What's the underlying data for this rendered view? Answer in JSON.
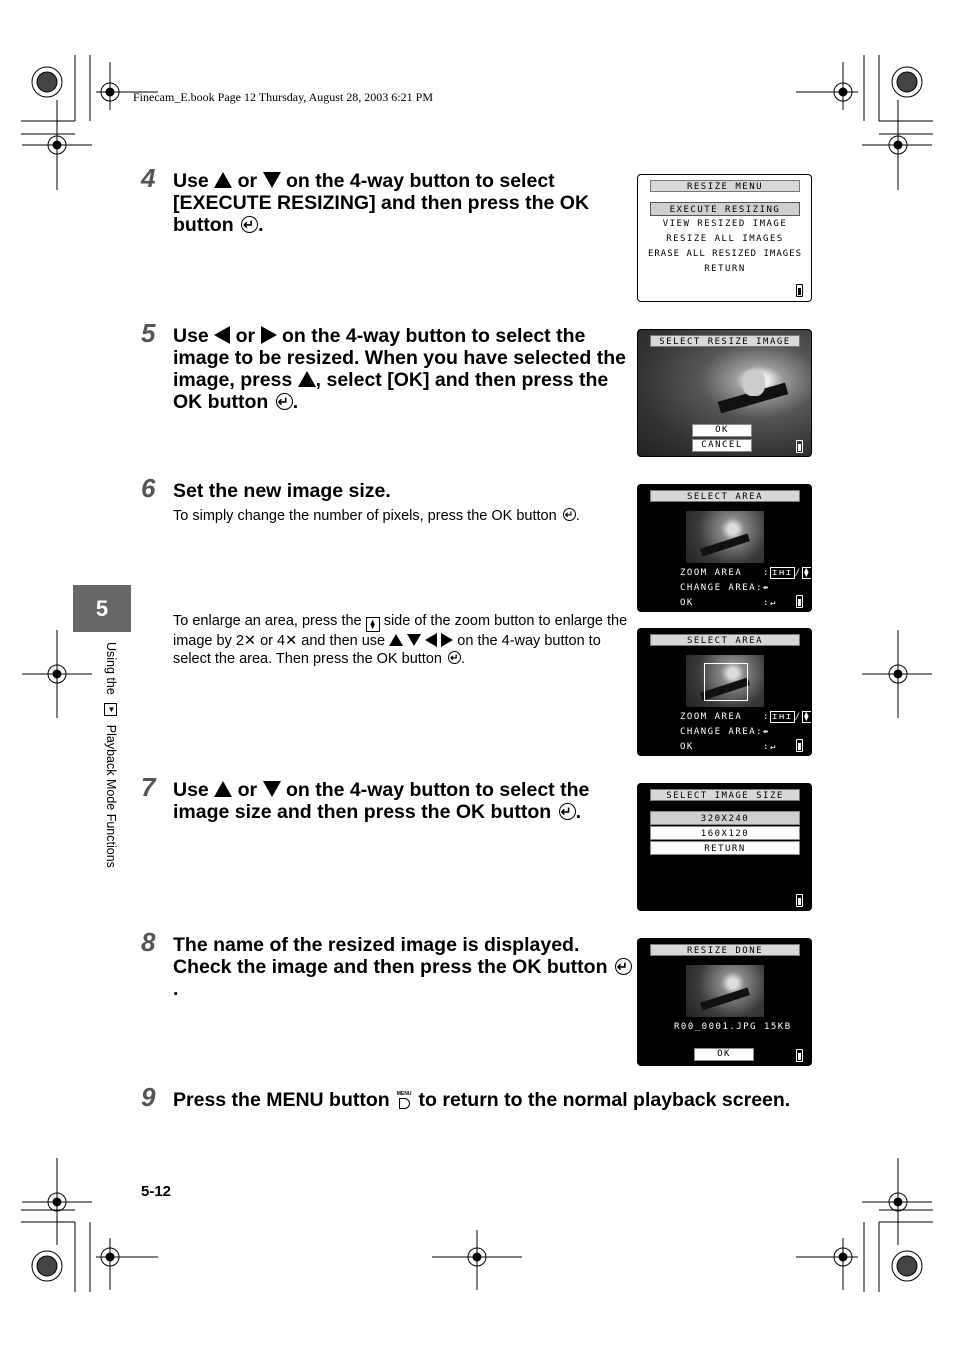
{
  "header": "Finecam_E.book  Page 12  Thursday, August 28, 2003  6:21 PM",
  "chapter_tab": "5",
  "side_text": {
    "before": "Using the",
    "after": "Playback Mode Functions"
  },
  "page_number": "5-12",
  "steps": [
    {
      "num": "4",
      "parts": [
        "Use",
        "or",
        "on the 4-way button to select [EXECUTE RESIZING] and then press the OK button",
        "."
      ]
    },
    {
      "num": "5",
      "parts": [
        "Use",
        "or",
        "on the 4-way button to select the image to be resized. When you have selected the image, press",
        ", select [OK] and then press the OK button",
        "."
      ]
    },
    {
      "num": "6",
      "parts": [
        "Set the new image size."
      ]
    },
    {
      "num": "7",
      "parts": [
        "Use",
        "or",
        "on the 4-way button to select the image size and then press the OK button",
        "."
      ]
    },
    {
      "num": "8",
      "parts": [
        "The name of the resized image is displayed. Check the image and then press the OK button",
        "."
      ]
    },
    {
      "num": "9",
      "parts": [
        "Press the MENU button",
        "to return to the normal playback screen."
      ]
    }
  ],
  "step6_body1": [
    "To simply change the number of pixels, press the OK button",
    "."
  ],
  "step6_body2": [
    "To enlarge an area, press the",
    "side of the zoom button to enlarge the image by 2✕ or 4✕ and then use",
    "on the 4-way button to select the area. Then press the OK button",
    "."
  ],
  "menu_icon_label": "MENU",
  "screens": {
    "resize_menu": {
      "title": "RESIZE MENU",
      "items": [
        "EXECUTE RESIZING",
        "VIEW RESIZED IMAGE",
        "RESIZE ALL IMAGES",
        "ERASE ALL RESIZED IMAGES",
        "RETURN"
      ],
      "selected": 0
    },
    "select_resize_image": {
      "title": "SELECT RESIZE IMAGE",
      "buttons": [
        "OK",
        "CANCEL"
      ]
    },
    "select_area": {
      "title": "SELECT AREA",
      "lines": [
        {
          "label": "ZOOM AREA   :",
          "value": "/"
        },
        {
          "label": "CHANGE AREA:",
          "value": ""
        },
        {
          "label": "OK          :",
          "value": ""
        }
      ]
    },
    "select_image_size": {
      "title": "SELECT IMAGE SIZE",
      "items": [
        "320X240",
        "160X120",
        "RETURN"
      ],
      "selected": 0
    },
    "resize_done": {
      "title": "RESIZE DONE",
      "file": "R00_0001.JPG 15KB",
      "button": "OK"
    }
  }
}
